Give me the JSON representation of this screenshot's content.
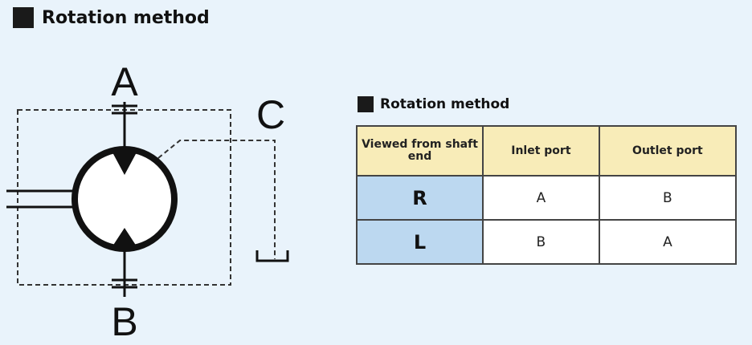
{
  "title": "Rotation method",
  "diagram": {
    "port_a": "A",
    "port_b": "B",
    "port_c": "C"
  },
  "table": {
    "title": "Rotation method",
    "headers": [
      "Viewed from shaft end",
      "Inlet port",
      "Outlet port"
    ],
    "rows": [
      {
        "direction": "R",
        "inlet": "A",
        "outlet": "B"
      },
      {
        "direction": "L",
        "inlet": "B",
        "outlet": "A"
      }
    ]
  }
}
